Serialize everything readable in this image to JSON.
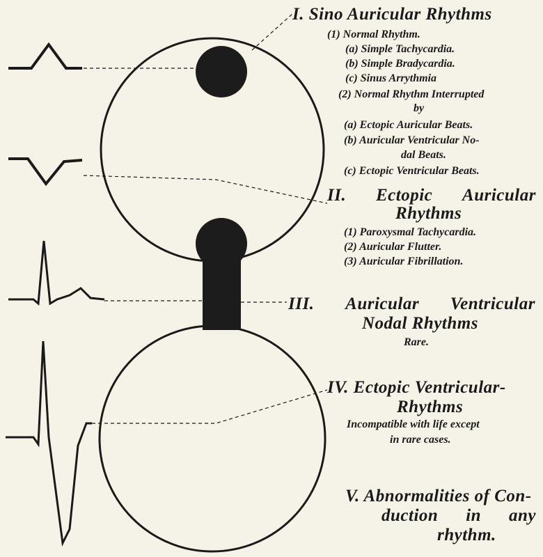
{
  "sections": {
    "s1": {
      "heading": "I. Sino Auricular Rhythms",
      "items": [
        "(1) Normal Rhythm.",
        "(a) Simple Tachycardia.",
        "(b) Simple Bradycardia.",
        "(c) Sinus Arrythmia",
        "(2) Normal Rhythm Interrupted",
        "by",
        "(a) Ectopic Auricular Beats.",
        "(b) Auricular Ventricular No-",
        "dal Beats.",
        "(c) Ectopic Ventricular Beats."
      ]
    },
    "s2": {
      "numeral": "II.",
      "word1": "Ectopic",
      "word2": "Auricular",
      "line2": "Rhythms",
      "items": [
        "(1) Paroxysmal Tachycardia.",
        "(2) Auricular Flutter.",
        "(3) Auricular Fibrillation."
      ]
    },
    "s3": {
      "numeral": "III.",
      "word1": "Auricular",
      "word2": "Ventricular",
      "line2": "Nodal Rhythms",
      "note": "Rare."
    },
    "s4": {
      "line1": "IV. Ectopic Ventricular-",
      "line2": "Rhythms",
      "note1": "Incompatible with life except",
      "note2": "in rare cases."
    },
    "s5": {
      "line1": "V. Abnormalities of Con-",
      "w1": "duction",
      "w2": "in",
      "w3": "any",
      "line3": "rhythm."
    }
  }
}
